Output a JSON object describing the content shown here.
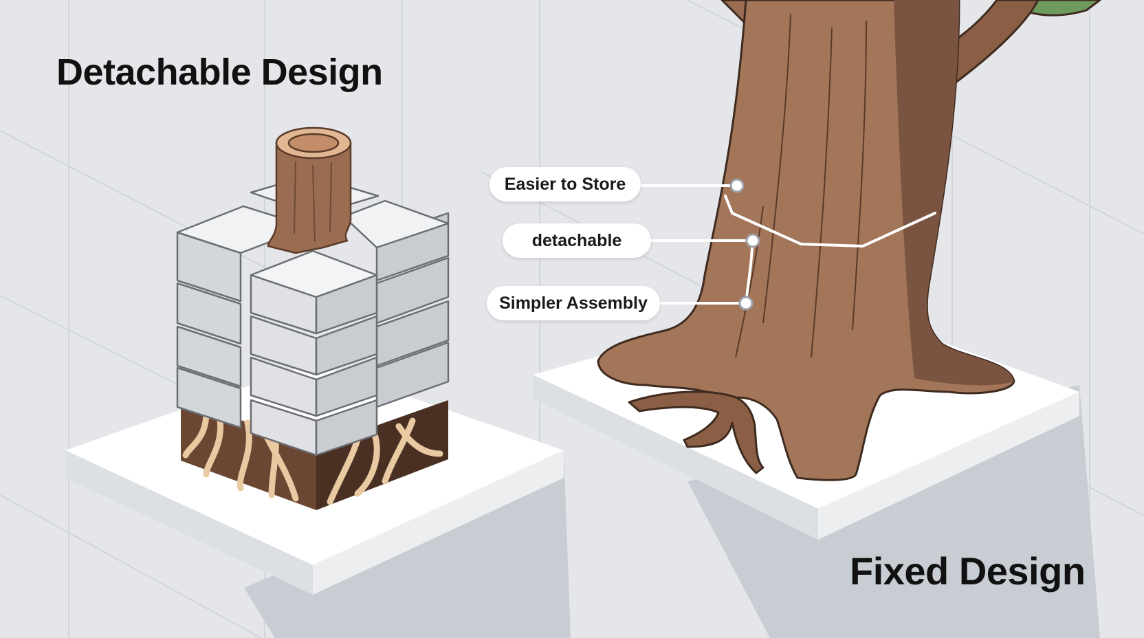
{
  "titles": {
    "left": "Detachable Design",
    "right": "Fixed Design"
  },
  "callouts": {
    "store": "Easier to Store",
    "detachable": "detachable",
    "assembly": "Simpler Assembly"
  },
  "colors": {
    "background": "#e4e6ea",
    "platform": "#ffffff",
    "block": "#eceeef",
    "wood": "#a37559",
    "wood_dark": "#6e4a36",
    "soil": "#5a3d2c",
    "roots": "#e8c9a2",
    "leaf": "#6f9a5e",
    "callout_line": "#ffffff"
  }
}
